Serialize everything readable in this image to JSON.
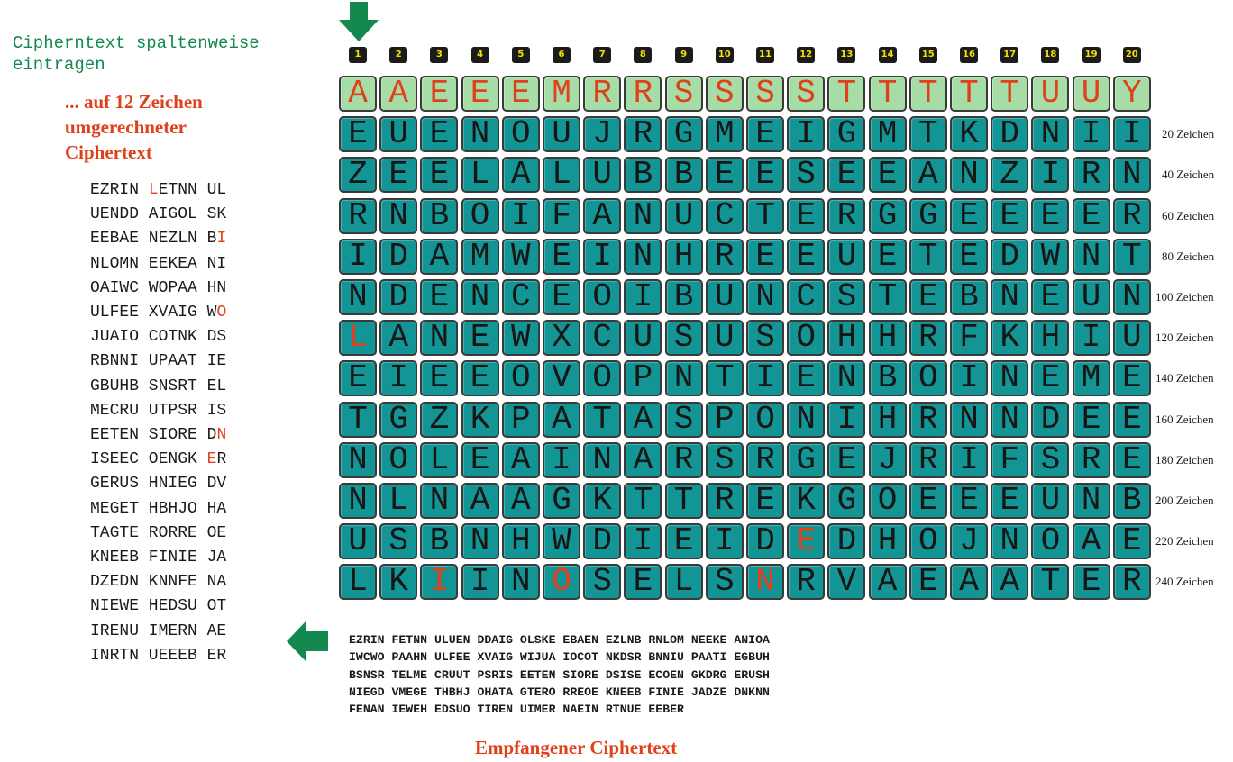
{
  "title_green": "Cipherntext spaltenweise\neintragen",
  "title_orange": "... auf 12 Zeichen\numgerechneter\n Ciphertext",
  "left_rows": [
    [
      {
        "t": "EZRIN "
      },
      {
        "t": "L",
        "red": true
      },
      {
        "t": "ETNN UL"
      }
    ],
    [
      {
        "t": "UENDD AIGOL SK"
      }
    ],
    [
      {
        "t": "EEBAE NEZLN B"
      },
      {
        "t": "I",
        "red": true
      }
    ],
    [
      {
        "t": "NLOMN EEKEA NI"
      }
    ],
    [
      {
        "t": "OAIWC WOPAA HN"
      }
    ],
    [
      {
        "t": "ULFEE XVAIG W"
      },
      {
        "t": "O",
        "red": true
      }
    ],
    [
      {
        "t": "JUAIO COTNK DS"
      }
    ],
    [
      {
        "t": "RBNNI UPAAT IE"
      }
    ],
    [
      {
        "t": "GBUHB SNSRT EL"
      }
    ],
    [
      {
        "t": "MECRU UTPSR IS"
      }
    ],
    [
      {
        "t": "EETEN SIORE D"
      },
      {
        "t": "N",
        "red": true
      }
    ],
    [
      {
        "t": "ISEEC OENGK "
      },
      {
        "t": "E",
        "red": true
      },
      {
        "t": "R"
      }
    ],
    [
      {
        "t": "GERUS HNIEG DV"
      }
    ],
    [
      {
        "t": "MEGET HBHJO HA"
      }
    ],
    [
      {
        "t": "TAGTE RORRE OE"
      }
    ],
    [
      {
        "t": "KNEEB FINIE JA"
      }
    ],
    [
      {
        "t": "DZEDN KNNFE NA"
      }
    ],
    [
      {
        "t": "NIEWE HEDSU OT"
      }
    ],
    [
      {
        "t": "IRENU IMERN AE"
      }
    ],
    [
      {
        "t": "INRTN UEEEB ER"
      }
    ]
  ],
  "column_numbers": [
    "1",
    "2",
    "3",
    "4",
    "5",
    "6",
    "7",
    "8",
    "9",
    "10",
    "11",
    "12",
    "13",
    "14",
    "15",
    "16",
    "17",
    "18",
    "19",
    "20"
  ],
  "key_row": "AAEEEMRRSSSSTTTTTUUY",
  "grid_rows": [
    "EUENOUJRGMEIGMTKDNII",
    "ZEELALUBBEESEEANZIRN",
    "RNBOIFANUCTERGGEEEER",
    "IDAMWEINHREEUETEDWNT",
    "NDENCEOIBUNCSTEBNEUN",
    "LANEWXCUSUSOHHRFKHIU",
    "EIEEOVOPNTIENBOINEME",
    "TGZKPATASPONIHRNNDEE",
    "NOLEAINARSRGEJRIFSRE",
    "NLNAAGKTTREKGOEEEUNB",
    "USBNHWDIEIDEDHOJNOAE",
    "LKIINOSELSNRVAEAATER"
  ],
  "red_cells": [
    [
      5,
      0
    ],
    [
      10,
      11
    ],
    [
      11,
      2
    ],
    [
      11,
      5
    ],
    [
      11,
      10
    ]
  ],
  "row_labels": [
    "20 Zeichen",
    "40 Zeichen",
    "60 Zeichen",
    "80 Zeichen",
    "100 Zeichen",
    "120 Zeichen",
    "140 Zeichen",
    "160 Zeichen",
    "180 Zeichen",
    "200 Zeichen",
    "220 Zeichen",
    "240 Zeichen"
  ],
  "received_lines": [
    "EZRIN FETNN ULUEN DDAIG OLSKE EBAEN EZLNB RNLOM NEEKE ANIOA",
    "IWCWO PAAHN ULFEE XVAIG WIJUA IOCOT NKDSR BNNIU PAATI EGBUH",
    "BSNSR TELME CRUUT PSRIS EETEN SIORE DSISE ECOEN GKDRG ERUSH",
    "NIEGD VMEGE THBHJ OHATA GTERO RREOE KNEEB FINIE JADZE DNKNN",
    "FENAN IEWEH EDSUO TIREN UIMER NAEIN RTNUE EEBER"
  ],
  "caption": "Empfangener Ciphertext",
  "colors": {
    "green_text": "#13884f",
    "orange_text": "#e0401a",
    "cell_teal": "#139595",
    "key_cell_green": "#a6dca6",
    "badge_yellow": "#f4e000",
    "arrow_green": "#13884f"
  },
  "icons": [
    "arrow-down-icon",
    "arrow-left-icon"
  ]
}
